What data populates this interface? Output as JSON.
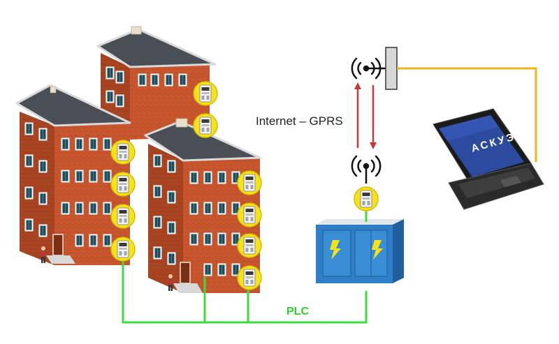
{
  "diagram": {
    "labels": {
      "internet_link": "Internet – GPRS",
      "plc_link": "PLC",
      "laptop_screen": "АСКУЭ"
    },
    "colors": {
      "plc_line": "#3ddc3d",
      "plc_text": "#2fd12f",
      "server_line": "#f2b21b",
      "arrow_red": "#c0393b",
      "brick": "#c8562e",
      "roof": "#4a4f55",
      "meter_circle": "#f5e21a",
      "substation_blue": "#2e7fc8"
    },
    "components": {
      "buildings": 3,
      "meters_per_building_visible": [
        2,
        4,
        4
      ],
      "substation_meter": 1,
      "antennas": 2,
      "laptop": 1
    },
    "icons": [
      "apartment-building",
      "electric-meter",
      "transformer-substation",
      "antenna",
      "laptop",
      "wall-mounted-antenna"
    ]
  }
}
